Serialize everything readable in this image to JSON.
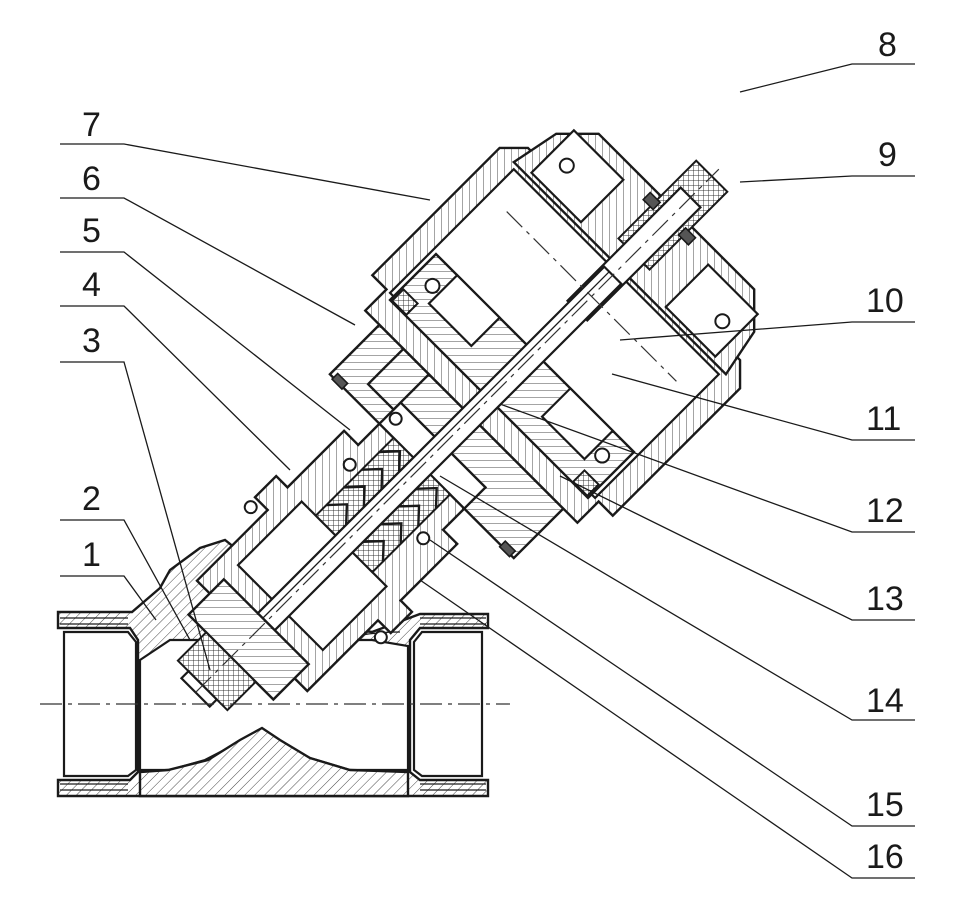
{
  "labels": [
    {
      "id": "1",
      "text": "1"
    },
    {
      "id": "2",
      "text": "2"
    },
    {
      "id": "3",
      "text": "3"
    },
    {
      "id": "4",
      "text": "4"
    },
    {
      "id": "5",
      "text": "5"
    },
    {
      "id": "6",
      "text": "6"
    },
    {
      "id": "7",
      "text": "7"
    },
    {
      "id": "8",
      "text": "8"
    },
    {
      "id": "9",
      "text": "9"
    },
    {
      "id": "10",
      "text": "10"
    },
    {
      "id": "11",
      "text": "11"
    },
    {
      "id": "12",
      "text": "12"
    },
    {
      "id": "13",
      "text": "13"
    },
    {
      "id": "14",
      "text": "14"
    },
    {
      "id": "15",
      "text": "15"
    },
    {
      "id": "16",
      "text": "16"
    }
  ]
}
